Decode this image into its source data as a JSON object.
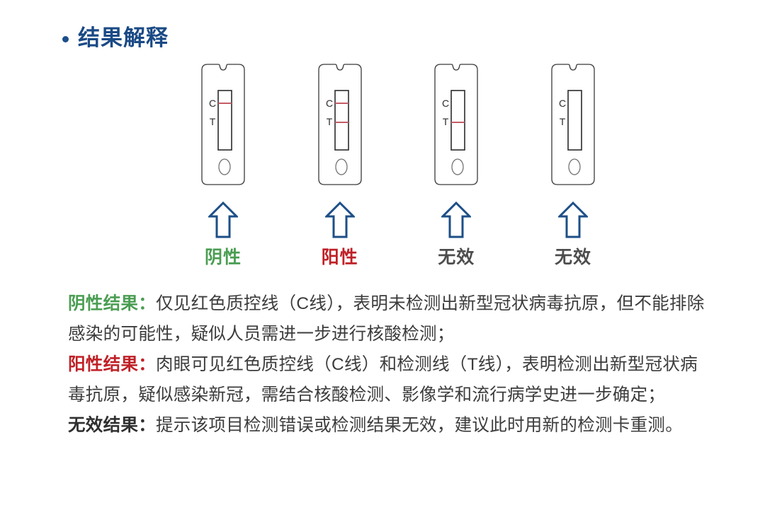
{
  "header": {
    "bullet": "•",
    "title": "结果解释"
  },
  "cassettes": [
    {
      "id": "negative",
      "c_label": "C",
      "t_label": "T",
      "c_line": true,
      "t_line": true,
      "result_label": "阴性",
      "result_color": "#4a9d52",
      "arrow": "up-arrow-icon"
    },
    {
      "id": "positive",
      "c_label": "C",
      "t_label": "T",
      "c_line": true,
      "t_line": true,
      "result_label": "阳性",
      "result_color": "#bf2026",
      "arrow": "up-arrow-icon"
    },
    {
      "id": "invalid-t-only",
      "c_label": "C",
      "t_label": "T",
      "c_line": false,
      "t_line": true,
      "result_label": "无效",
      "result_color": "#4d4d4d",
      "arrow": "up-arrow-icon"
    },
    {
      "id": "invalid-none",
      "c_label": "C",
      "t_label": "T",
      "c_line": false,
      "t_line": false,
      "result_label": "无效",
      "result_color": "#4d4d4d",
      "arrow": "up-arrow-icon"
    }
  ],
  "explanations": {
    "negative": {
      "lead": "阴性结果：",
      "text": "仅见红色质控线（C线），表明未检测出新型冠状病毒抗原，但不能排除感染的可能性，疑似人员需进一步进行核酸检测；"
    },
    "positive": {
      "lead": "阳性结果：",
      "text": "肉眼可见红色质控线（C线）和检测线（T线），表明检测出新型冠状病毒抗原，疑似感染新冠，需结合核酸检测、影像学和流行病学史进一步确定；"
    },
    "invalid": {
      "lead": "无效结果：",
      "text": "提示该项目检测错误或检测结果无效，建议此时用新的检测卡重测。"
    }
  },
  "colors": {
    "title": "#1a4a85",
    "arrow": "#1d4f87",
    "line_red": "#c45c66",
    "outline": "#3a3a3a",
    "negative": "#4a9d52",
    "positive": "#bf2026",
    "invalid": "#4d4d4d"
  }
}
